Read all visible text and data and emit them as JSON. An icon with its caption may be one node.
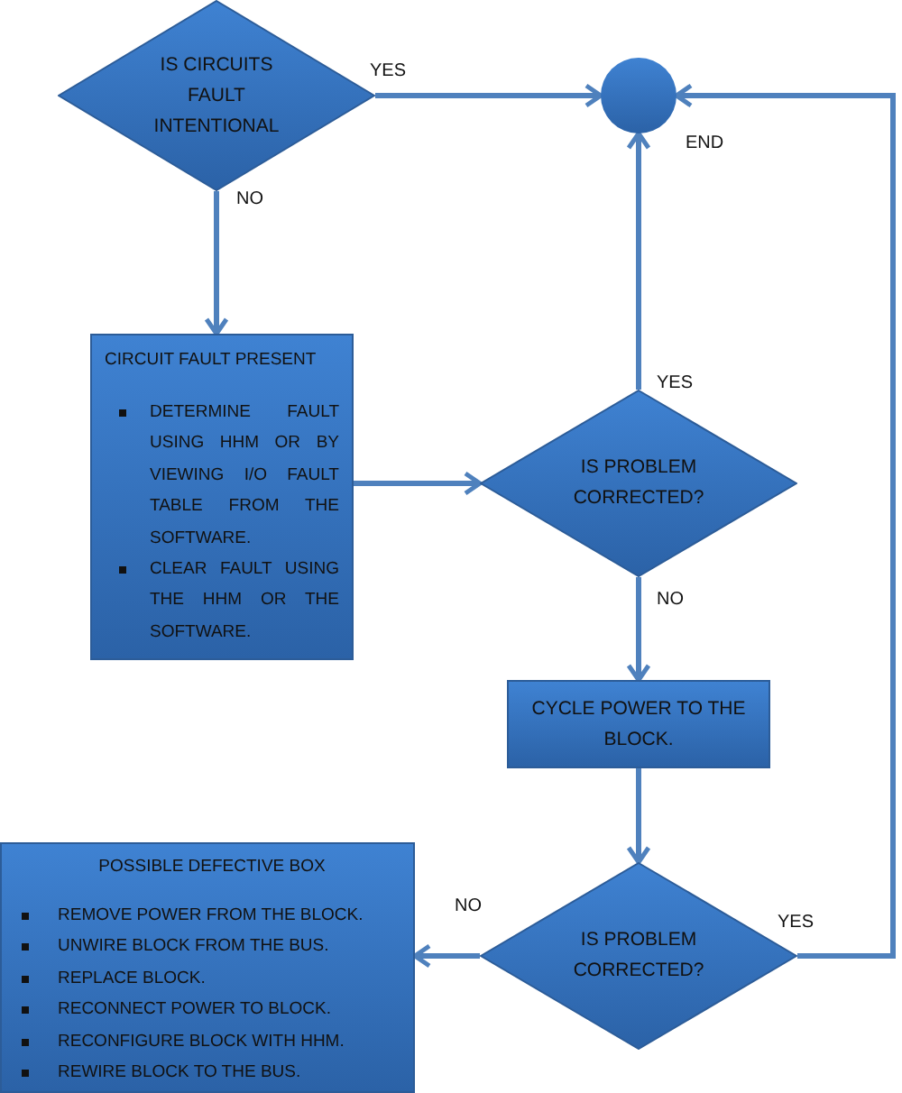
{
  "diagram": {
    "nodes": [
      {
        "text": [
          "IS CIRCUITS FAULT INTENTIONAL"
        ]
      },
      {
        "text": [],
        "shape": "circle",
        "beside": [
          "END"
        ]
      },
      {
        "text": [
          "CIRCUIT FAULT PRESENT",
          "DETERMINE FAULT USING HHM OR BY VIEWING I/O FAULT TABLE FROM THE SOFTWARE.",
          "CLEAR FAULT USING THE HHM OR THE SOFTWARE."
        ]
      },
      {
        "text": [
          "IS PROBLEM CORRECTED?"
        ]
      },
      {
        "text": [
          "CYCLE POWER TO THE BLOCK."
        ]
      },
      {
        "text": [
          "IS PROBLEM CORRECTED?"
        ]
      },
      {
        "text": [
          "POSSIBLE DEFECTIVE BOX",
          "REMOVE POWER FROM THE BLOCK.",
          "UNWIRE BLOCK FROM THE BUS.",
          "REPLACE BLOCK.",
          "RECONNECT POWER TO BLOCK.",
          "RECONFIGURE BLOCK WITH HHM.",
          "REWIRE BLOCK TO THE BUS."
        ]
      }
    ],
    "edges": [
      {
        "from": 0,
        "to": 1,
        "arrow": "to",
        "label": "YES"
      },
      {
        "from": 0,
        "to": 2,
        "arrow": "to",
        "label": "NO"
      },
      {
        "from": 2,
        "to": 3,
        "arrow": "to"
      },
      {
        "from": 3,
        "to": 1,
        "arrow": "to",
        "label": "YES"
      },
      {
        "from": 3,
        "to": 4,
        "arrow": "to",
        "label": "NO"
      },
      {
        "from": 4,
        "to": 5,
        "arrow": "to"
      },
      {
        "from": 5,
        "to": 6,
        "arrow": "to",
        "label": "NO"
      },
      {
        "from": 5,
        "to": 1,
        "arrow": "to",
        "label": "YES"
      }
    ]
  }
}
